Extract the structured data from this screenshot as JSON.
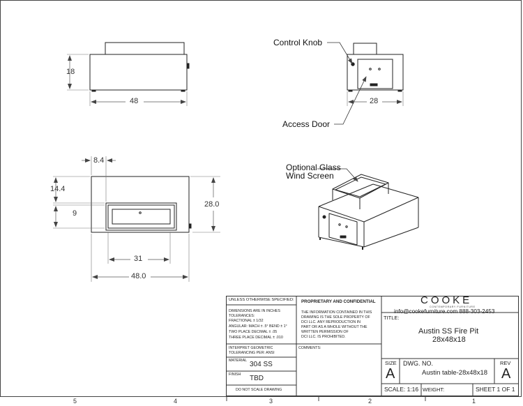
{
  "views": {
    "front_height": "18",
    "front_width": "48",
    "side_width": "28",
    "top_offset": "8.4",
    "top_y1": "14.4",
    "top_burner_h": "9",
    "top_depth": "28.0",
    "top_burner_w": "31",
    "top_width": "48.0"
  },
  "callouts": {
    "control_knob": "Control Knob",
    "access_door": "Access Door",
    "glass_line1": "Optional Glass",
    "glass_line2": "Wind Screen"
  },
  "title_block": {
    "tol_header": "UNLESS OTHERWISE SPECIFIED:",
    "tol_line1": "DIMENSIONS ARE IN INCHES",
    "tol_line2": "TOLERANCES:",
    "tol_fractional": "FRACTIONAL ± 1/32",
    "tol_angular": "ANGULAR: MACH ± .5° BEND ± 1°",
    "tol_two_place": "TWO PLACE DECIMAL    ± .05",
    "tol_three_place": "THREE PLACE DECIMAL  ± .010",
    "interpret1": "INTERPRET GEOMETRIC",
    "interpret2": "TOLERANCING PER: ANSI",
    "material_label": "MATERIAL",
    "material_value": "304 SS",
    "finish_label": "FINISH",
    "finish_value": "TBD",
    "no_scale": "DO NOT SCALE DRAWING",
    "prop_header": "PROPRIETARY AND CONFIDENTIAL",
    "prop_l1": "THE INFORMATION CONTAINED IN THIS",
    "prop_l2": "DRAWING IS THE SOLE PROPERTY OF",
    "prop_l3": "DCI LLC.  ANY REPRODUCTION IN",
    "prop_l4": "PART OR AS A WHOLE WITHOUT THE",
    "prop_l5": "WRITTEN PERMISSION OF",
    "prop_l6": "DCI LLC. IS PROHIBITED.",
    "comments_label": "COMMENTS:",
    "brand": "COOKE",
    "brand_sub": "CONTEMPORARY FURNITURE",
    "contact": "info@cookefurniture.com 888-303-2453",
    "title_label": "TITLE:",
    "title_line1": "Austin SS Fire Pit",
    "title_line2": "28x48x18",
    "size_label": "SIZE",
    "size_value": "A",
    "dwg_label": "DWG.  NO.",
    "dwg_value": "Austin table-28x48x18",
    "rev_label": "REV",
    "rev_value": "A",
    "scale": "SCALE: 1:16",
    "weight": "WEIGHT:",
    "sheet": "SHEET 1 OF 1"
  },
  "zones": [
    "5",
    "4",
    "3",
    "2",
    "1"
  ]
}
